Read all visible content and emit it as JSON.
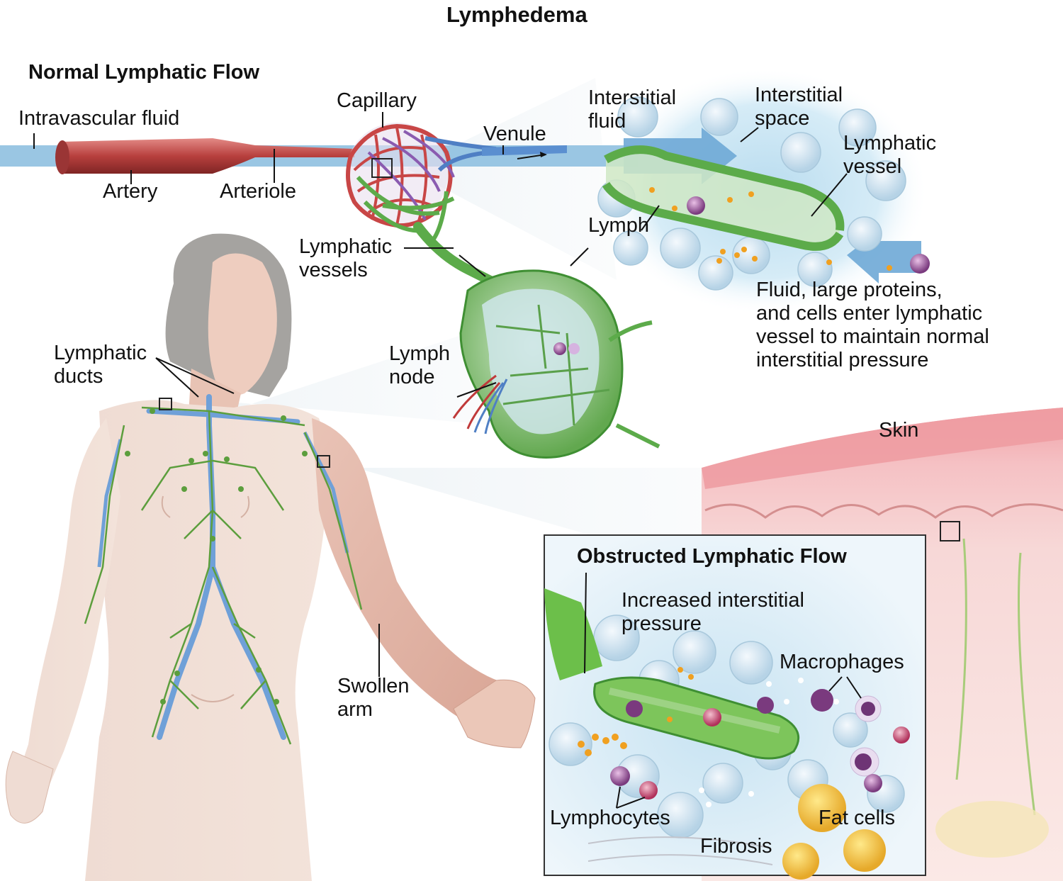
{
  "title": "Lymphedema",
  "normal_section": {
    "heading": "Normal Lymphatic Flow",
    "labels": {
      "intravascular_fluid": "Intravascular fluid",
      "capillary": "Capillary",
      "venule": "Venule",
      "artery": "Artery",
      "arteriole": "Arteriole",
      "lymphatic_vessels": "Lymphatic\nvessels",
      "interstitial_fluid": "Interstitial\nfluid",
      "interstitial_space": "Interstitial\nspace",
      "lymphatic_vessel": "Lymphatic\nvessel",
      "lymph": "Lymph",
      "lymph_node": "Lymph\nnode",
      "fluid_note": "Fluid, large proteins,\nand cells enter lymphatic\nvessel to maintain normal\ninterstitial pressure"
    }
  },
  "body_labels": {
    "lymphatic_ducts": "Lymphatic\nducts",
    "swollen_arm": "Swollen\narm",
    "skin": "Skin"
  },
  "obstructed_section": {
    "heading": "Obstructed Lymphatic Flow",
    "labels": {
      "increased_pressure": "Increased interstitial\npressure",
      "macrophages": "Macrophages",
      "lymphocytes": "Lymphocytes",
      "fat_cells": "Fat cells",
      "fibrosis": "Fibrosis"
    }
  }
}
